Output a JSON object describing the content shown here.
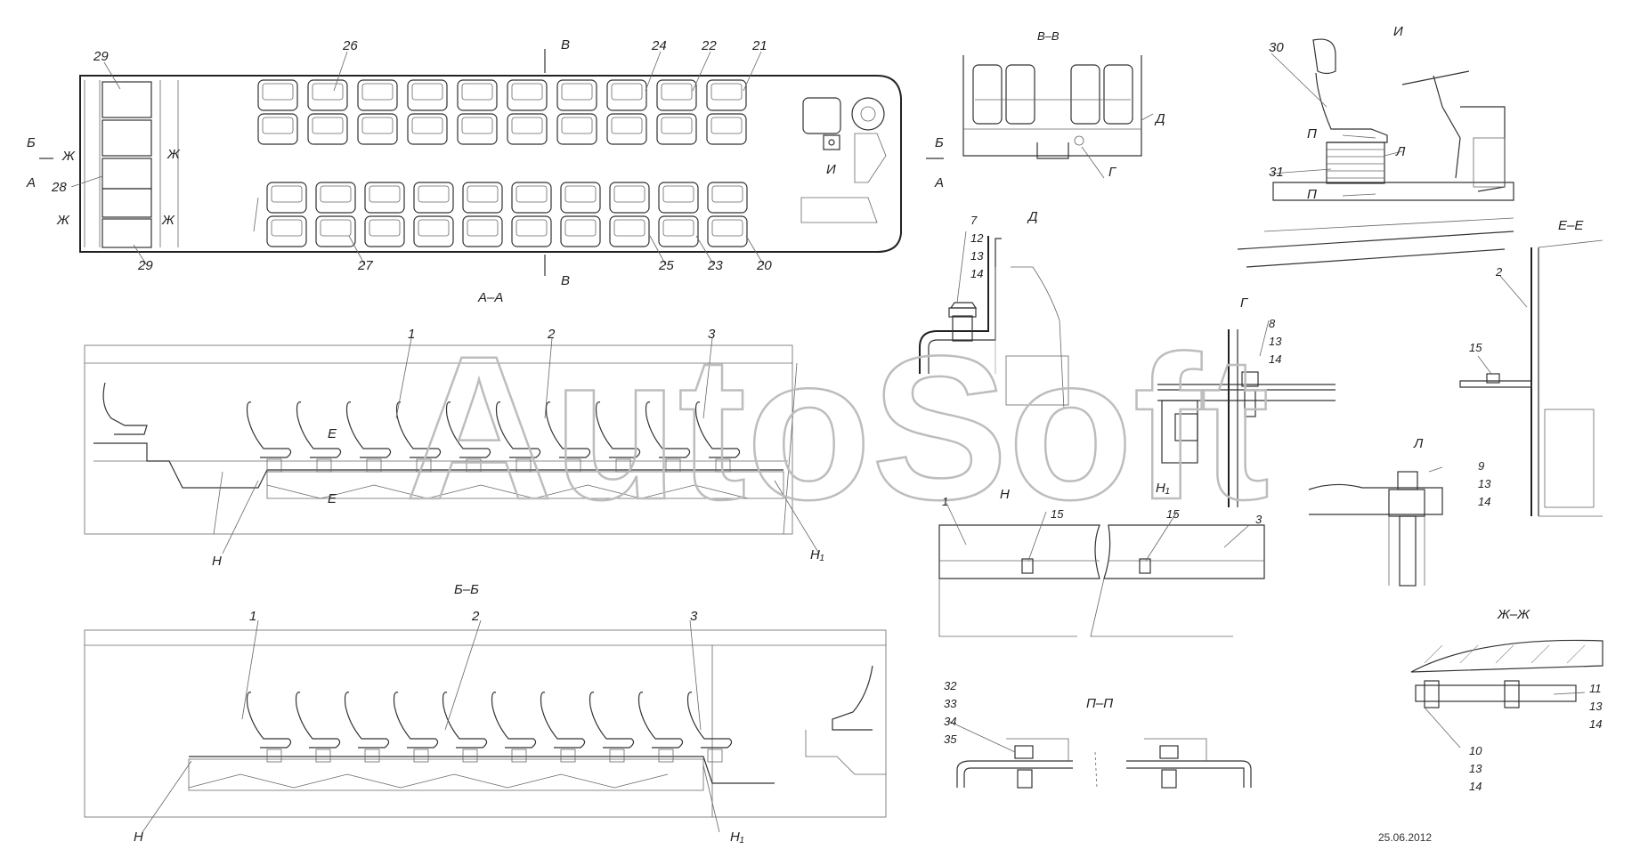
{
  "watermark": "AutoSoft",
  "date": "25.06.2012",
  "views": {
    "aa": "А–А",
    "bb": "Б–Б",
    "vv": "В–В",
    "ee": "Е–Е",
    "zhzh": "Ж–Ж",
    "pp": "П–П",
    "d": "Д",
    "g": "Г",
    "i": "И",
    "l": "Л",
    "n": "Н",
    "n1": "Н₁"
  },
  "marks": {
    "b": "Б",
    "a": "А",
    "v": "В",
    "zh": "Ж",
    "e": "Е",
    "i": "И",
    "p": "П",
    "l": "Л",
    "d": "Д",
    "g": "Г",
    "n": "Н",
    "n1": "Н₁"
  },
  "callouts": {
    "c1": "1",
    "c2": "2",
    "c3": "3",
    "c7": "7",
    "c8": "8",
    "c9": "9",
    "c10": "10",
    "c11": "11",
    "c12": "12",
    "c13": "13",
    "c14": "14",
    "c15": "15",
    "c20": "20",
    "c21": "21",
    "c22": "22",
    "c23": "23",
    "c24": "24",
    "c25": "25",
    "c26": "26",
    "c27": "27",
    "c28": "28",
    "c29": "29",
    "c30": "30",
    "c31": "31",
    "c32": "32",
    "c33": "33",
    "c34": "34",
    "c35": "35"
  }
}
